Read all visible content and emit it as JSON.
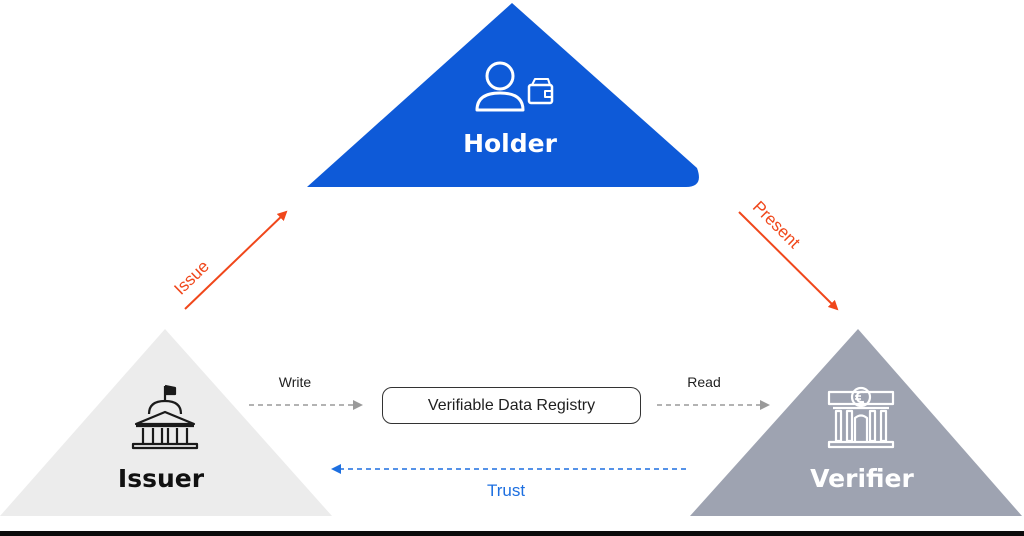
{
  "nodes": {
    "holder": {
      "label": "Holder",
      "color": "#0e5ad8"
    },
    "issuer": {
      "label": "Issuer",
      "color": "#ececec"
    },
    "verifier": {
      "label": "Verifier",
      "color": "#9ea3b1"
    }
  },
  "registry": {
    "label": "Verifiable Data Registry"
  },
  "edges": {
    "issue": {
      "label": "Issue",
      "color": "#f0471b"
    },
    "present": {
      "label": "Present",
      "color": "#f0471b"
    },
    "write": {
      "label": "Write",
      "color": "#9a9a9a"
    },
    "read": {
      "label": "Read",
      "color": "#9a9a9a"
    },
    "trust": {
      "label": "Trust",
      "color": "#1d6fe0"
    }
  },
  "icons": {
    "holder": "person-with-wallet-icon",
    "issuer": "government-building-icon",
    "verifier": "bank-euro-icon"
  }
}
